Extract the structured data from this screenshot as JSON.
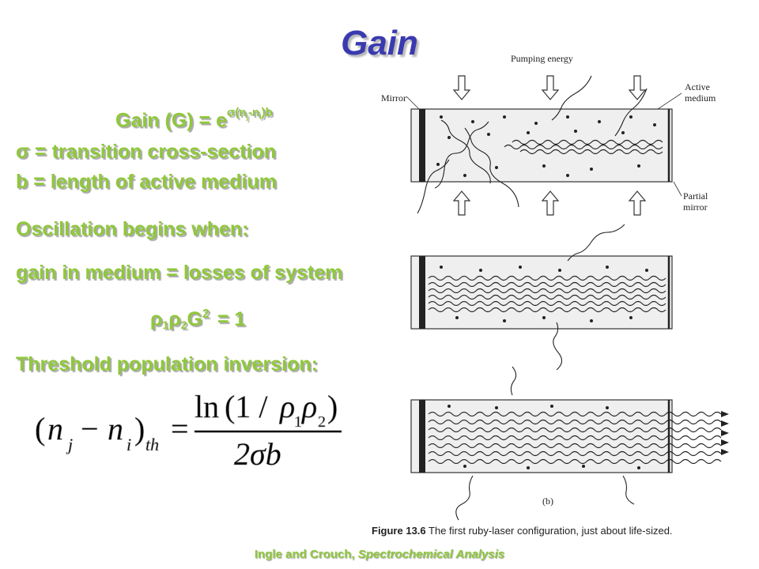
{
  "title": "Gain",
  "gain_formula": {
    "label": "Gain (G) = e",
    "exponent_sigma": "σ",
    "exponent_open": "(n",
    "exponent_sub_j": "j",
    "exponent_mid": "-n",
    "exponent_sub_i": "i",
    "exponent_close": ")b"
  },
  "definitions": {
    "sigma": "σ = transition cross-section",
    "b": "b = length of active medium"
  },
  "oscillation_heading": "Oscillation begins when:",
  "oscillation_condition": "gain in medium = losses of system",
  "threshold_equation": {
    "rho": "ρ",
    "sub1": "1",
    "sub2": "2",
    "g": "G",
    "power": "2",
    "rhs": "= 1"
  },
  "threshold_heading": "Threshold population inversion:",
  "inversion_equation": {
    "lhs_open": "(",
    "n": "n",
    "sub_j": "j",
    "minus": "−",
    "sub_i": "i",
    "lhs_close": ")",
    "sub_th": "th",
    "equals": "=",
    "numerator_ln": "ln",
    "numerator_open": "(1 / ",
    "rho": "ρ",
    "sub1": "1",
    "sub2": "2",
    "numerator_close": ")",
    "denominator": "2σb"
  },
  "figure": {
    "pumping_energy": "Pumping energy",
    "mirror": "Mirror",
    "active_medium_1": "Active",
    "active_medium_2": "medium",
    "partial_mirror_1": "Partial",
    "partial_mirror_2": "mirror",
    "panel_label": "(b)",
    "caption_label": "Figure 13.6",
    "caption_text": " The first ruby-laser configuration, just about life-sized."
  },
  "citation": {
    "authors": "Ingle and Crouch, ",
    "book": "Spectrochemical Analysis"
  },
  "colors": {
    "title": "#3a3ab0",
    "text": "#8fc83a",
    "figure_ink": "#222222"
  }
}
